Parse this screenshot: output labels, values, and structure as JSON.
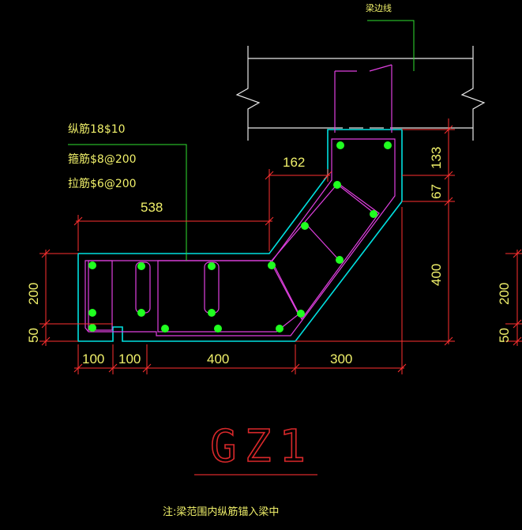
{
  "diagram": {
    "title": "GZ1",
    "beam_edge_label": "梁边线",
    "rebar_notes": {
      "longitudinal": "纵筋18$10",
      "stirrup": "箍筋$8@200",
      "tie": "拉筋$6@200"
    },
    "dimensions": {
      "d162": "162",
      "d538": "538",
      "d133": "133",
      "d67": "67",
      "d400_right": "400",
      "d200_left": "200",
      "d50_left": "50",
      "d200_right": "200",
      "d50_right": "50",
      "d100_a": "100",
      "d100_b": "100",
      "d400_bottom": "400",
      "d300": "300"
    },
    "footer_note": "注:梁范围内纵筋锚入梁中",
    "colors": {
      "background": "#000000",
      "outline": "#00e0e0",
      "stirrup": "#e040e0",
      "rebar_dot": "#20ff20",
      "dimension": "#ff3030",
      "text": "#f0f06a",
      "leader": "#30e030",
      "beam": "#e8e8e8",
      "title": "#d8282a"
    }
  }
}
